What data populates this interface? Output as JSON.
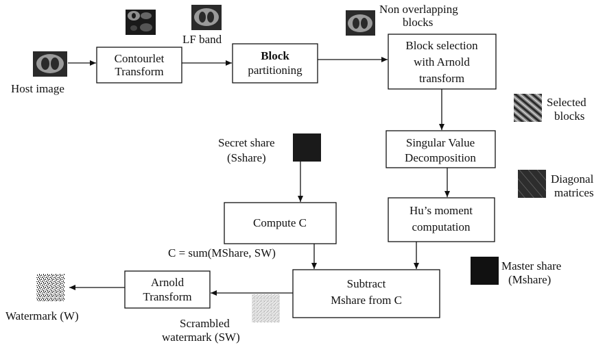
{
  "colors": {
    "stroke": "#111111",
    "background": "#ffffff",
    "ct_dark": "#2a2a2a",
    "ct_gray": "#8f8f8f",
    "share_dark": "#1a1a1a"
  },
  "labels": {
    "host_image": "Host image",
    "lf_band": "LF band",
    "non_overlapping_1": "Non overlapping",
    "non_overlapping_2": "blocks",
    "selected_1": "Selected",
    "selected_2": "blocks",
    "diagonal_1": "Diagonal",
    "diagonal_2": "matrices",
    "secret_share_1": "Secret share",
    "secret_share_2": "(Sshare)",
    "master_share_1": "Master share",
    "master_share_2": "(Mshare)",
    "c_formula": "C = sum(MShare, SW)",
    "scrambled_1": "Scrambled",
    "scrambled_2": "watermark (SW)",
    "watermark": "Watermark (W)"
  },
  "boxes": {
    "contourlet_1": "Contourlet",
    "contourlet_2": "Transform",
    "block_partition_1": "Block",
    "block_partition_2": "partitioning",
    "block_selection_1": "Block selection",
    "block_selection_2": "with Arnold",
    "block_selection_3": "transform",
    "svd_1": "Singular Value",
    "svd_2": "Decomposition",
    "hu_1": "Hu’s moment",
    "hu_2": "computation",
    "compute_c": "Compute C",
    "subtract_1": "Subtract",
    "subtract_2": "Mshare from C",
    "arnold_1": "Arnold",
    "arnold_2": "Transform"
  }
}
